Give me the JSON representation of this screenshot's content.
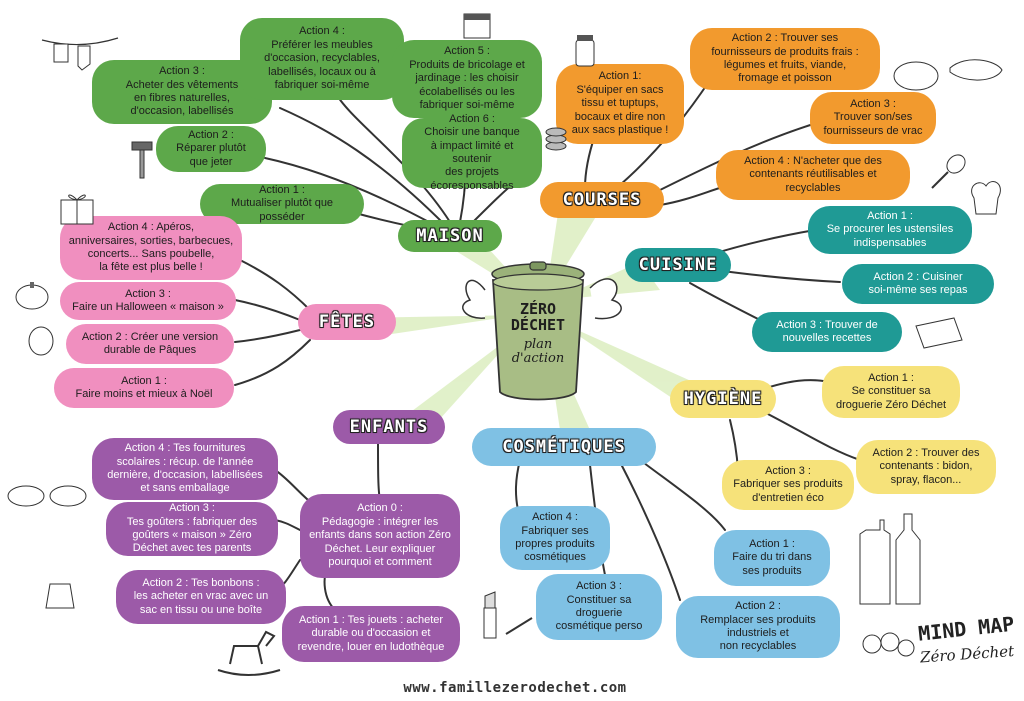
{
  "center": {
    "line1": "ZÉRO",
    "line2": "DÉCHET",
    "line3": "plan",
    "line4": "d'action"
  },
  "categories": {
    "maison": {
      "label": "MAISON",
      "color": "#5da84a"
    },
    "courses": {
      "label": "COURSES",
      "color": "#f29a2e"
    },
    "cuisine": {
      "label": "CUISINE",
      "color": "#1f9a95"
    },
    "hygiene": {
      "label": "HYGIÈNE",
      "color": "#f6e27a"
    },
    "cosmetiques": {
      "label": "COSMÉTIQUES",
      "color": "#7fc1e4"
    },
    "enfants": {
      "label": "ENFANTS",
      "color": "#9c5aa8"
    },
    "fetes": {
      "label": "FÊTES",
      "color": "#f08fbf"
    }
  },
  "actions": {
    "maison": [
      {
        "text": "Action 1 :\nMutualiser plutôt que\nposséder"
      },
      {
        "text": "Action 2 :\nRéparer plutôt\nque jeter"
      },
      {
        "text": "Action 3 :\nAcheter des vêtements\nen fibres naturelles,\nd'occasion, labellisés"
      },
      {
        "text": "Action 4 :\nPréférer les meubles\nd'occasion, recyclables,\nlabellisés, locaux ou à\nfabriquer soi-même"
      },
      {
        "text": "Action 5 :\nProduits de bricolage et\njardinage : les choisir\nécolabellisés ou les\nfabriquer soi-même"
      },
      {
        "text": "Action 6 :\nChoisir une banque\nà impact limité et soutenir\ndes projets\nécoresponsables"
      }
    ],
    "courses": [
      {
        "text": "Action 1:\nS'équiper en sacs\ntissu et tuptups,\nbocaux et dire non\naux sacs plastique !"
      },
      {
        "text": "Action 2 : Trouver ses\nfournisseurs de produits frais :\nlégumes et fruits, viande,\nfromage et poisson"
      },
      {
        "text": "Action 3 :\nTrouver son/ses\nfournisseurs de vrac"
      },
      {
        "text": "Action 4 : N'acheter que des\ncontenants réutilisables et\nrecyclables"
      }
    ],
    "cuisine": [
      {
        "text": "Action 1 :\nSe procurer les ustensiles\nindispensables"
      },
      {
        "text": "Action 2 : Cuisiner\nsoi-même ses repas"
      },
      {
        "text": "Action 3 : Trouver de\nnouvelles recettes"
      }
    ],
    "hygiene": [
      {
        "text": "Action 1 :\nSe constituer sa\ndroguerie Zéro Déchet"
      },
      {
        "text": "Action 2 : Trouver des\ncontenants : bidon,\nspray, flacon..."
      },
      {
        "text": "Action 3 :\nFabriquer ses produits\nd'entretien éco"
      }
    ],
    "cosmetiques": [
      {
        "text": "Action 1 :\nFaire du tri dans\nses produits"
      },
      {
        "text": "Action 2 :\nRemplacer ses produits\nindustriels et\nnon recyclables"
      },
      {
        "text": "Action 3 :\nConstituer sa\ndroguerie\ncosmétique perso"
      },
      {
        "text": "Action 4 :\nFabriquer ses\npropres produits\ncosmétiques"
      }
    ],
    "enfants": [
      {
        "text": "Action 0 :\nPédagogie : intégrer les\nenfants dans son action Zéro\nDéchet. Leur expliquer\npourquoi et comment"
      },
      {
        "text": "Action 1 : Tes jouets : acheter\ndurable ou d'occasion et\nrevendre, louer en ludothèque"
      },
      {
        "text": "Action 2 : Tes bonbons :\nles acheter en vrac avec un\nsac en tissu ou une boîte"
      },
      {
        "text": "Action 3 :\nTes goûters : fabriquer des\ngoûters « maison » Zéro\nDéchet avec tes parents"
      },
      {
        "text": "Action 4 : Tes fournitures\nscolaires : récup. de l'année\ndernière, d'occasion, labellisées\net sans emballage"
      }
    ],
    "fetes": [
      {
        "text": "Action 1 :\nFaire moins et mieux à Noël"
      },
      {
        "text": "Action 2 : Créer une version\ndurable de Pâques"
      },
      {
        "text": "Action 3 :\nFaire un Halloween « maison »"
      },
      {
        "text": "Action 4 : Apéros,\nanniversaires, sorties, barbecues,\nconcerts... Sans poubelle,\nla fête est plus belle !"
      }
    ]
  },
  "footer": {
    "website": "www.famillezerodechet.com",
    "brand_title": "MIND MAP",
    "brand_sub": "Zéro Déchet"
  }
}
